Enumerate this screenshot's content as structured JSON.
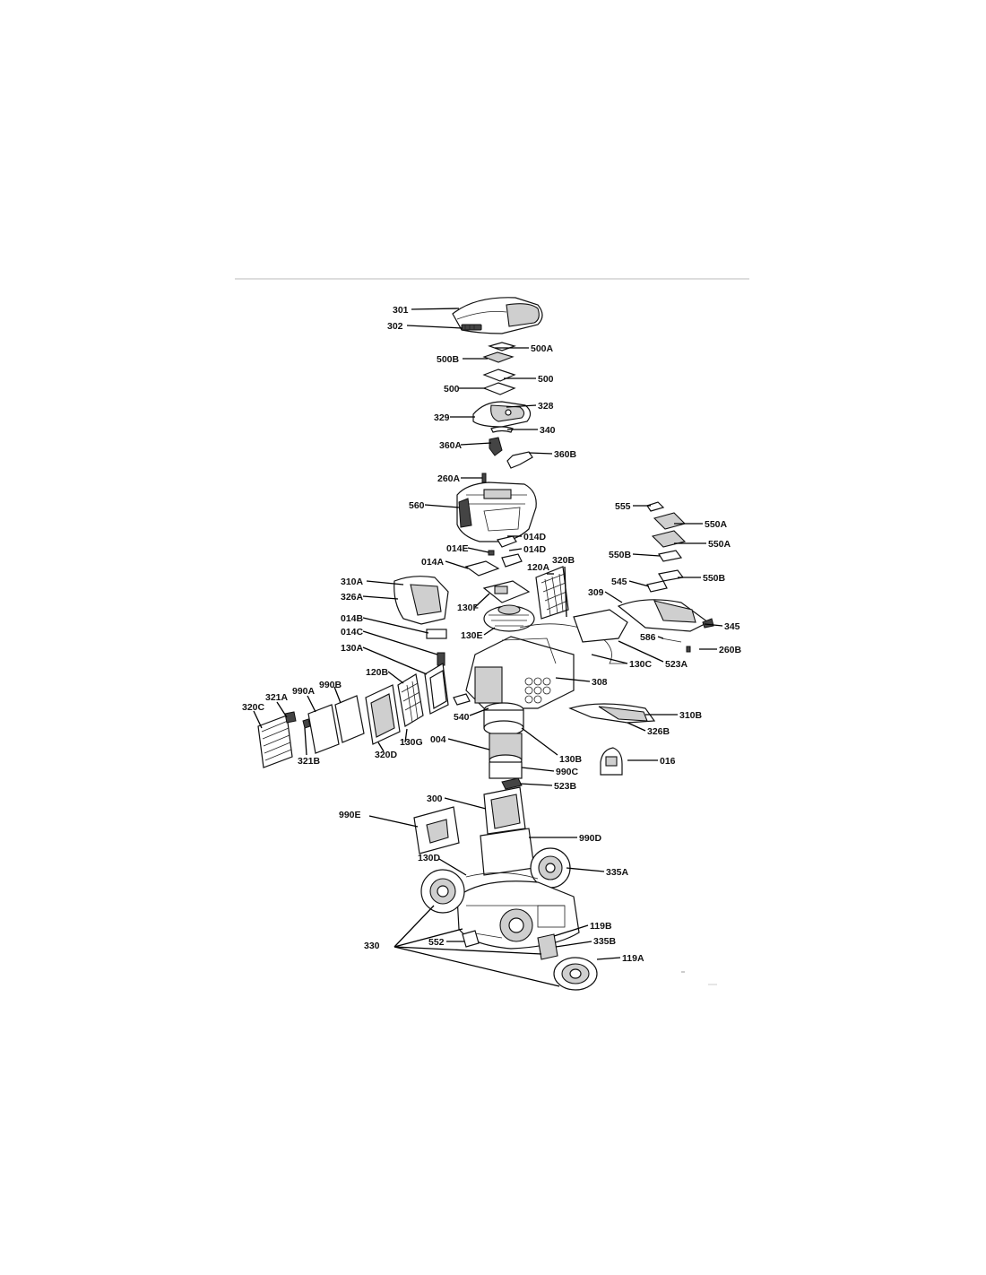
{
  "parts": [
    {
      "id": "p301",
      "label": "301"
    },
    {
      "id": "p302",
      "label": "302"
    },
    {
      "id": "p500A",
      "label": "500A"
    },
    {
      "id": "p500B",
      "label": "500B"
    },
    {
      "id": "p500r",
      "label": "500"
    },
    {
      "id": "p500l",
      "label": "500"
    },
    {
      "id": "p328",
      "label": "328"
    },
    {
      "id": "p329",
      "label": "329"
    },
    {
      "id": "p340",
      "label": "340"
    },
    {
      "id": "p360A",
      "label": "360A"
    },
    {
      "id": "p360B",
      "label": "360B"
    },
    {
      "id": "p260A",
      "label": "260A"
    },
    {
      "id": "p560",
      "label": "560"
    },
    {
      "id": "p555",
      "label": "555"
    },
    {
      "id": "p550A1",
      "label": "550A"
    },
    {
      "id": "p550A2",
      "label": "550A"
    },
    {
      "id": "p550B1",
      "label": "550B"
    },
    {
      "id": "p550B2",
      "label": "550B"
    },
    {
      "id": "p014D1",
      "label": "014D"
    },
    {
      "id": "p014E",
      "label": "014E"
    },
    {
      "id": "p014D2",
      "label": "014D"
    },
    {
      "id": "p014A",
      "label": "014A"
    },
    {
      "id": "p120A",
      "label": "120A"
    },
    {
      "id": "p320B",
      "label": "320B"
    },
    {
      "id": "p310A",
      "label": "310A"
    },
    {
      "id": "p545",
      "label": "545"
    },
    {
      "id": "p326A",
      "label": "326A"
    },
    {
      "id": "p309",
      "label": "309"
    },
    {
      "id": "p130F",
      "label": "130F"
    },
    {
      "id": "p345",
      "label": "345"
    },
    {
      "id": "p014B",
      "label": "014B"
    },
    {
      "id": "p586",
      "label": "586"
    },
    {
      "id": "p014C",
      "label": "014C"
    },
    {
      "id": "p130E",
      "label": "130E"
    },
    {
      "id": "p260B",
      "label": "260B"
    },
    {
      "id": "p130A",
      "label": "130A"
    },
    {
      "id": "p130C",
      "label": "130C"
    },
    {
      "id": "p523A",
      "label": "523A"
    },
    {
      "id": "p120B",
      "label": "120B"
    },
    {
      "id": "p308",
      "label": "308"
    },
    {
      "id": "p990A",
      "label": "990A"
    },
    {
      "id": "p990B",
      "label": "990B"
    },
    {
      "id": "p321A",
      "label": "321A"
    },
    {
      "id": "p320C",
      "label": "320C"
    },
    {
      "id": "p540",
      "label": "540"
    },
    {
      "id": "p310B",
      "label": "310B"
    },
    {
      "id": "p326B",
      "label": "326B"
    },
    {
      "id": "p004",
      "label": "004"
    },
    {
      "id": "p130G",
      "label": "130G"
    },
    {
      "id": "p321B",
      "label": "321B"
    },
    {
      "id": "p320D",
      "label": "320D"
    },
    {
      "id": "p130B",
      "label": "130B"
    },
    {
      "id": "p016",
      "label": "016"
    },
    {
      "id": "p990C",
      "label": "990C"
    },
    {
      "id": "p523B",
      "label": "523B"
    },
    {
      "id": "p300",
      "label": "300"
    },
    {
      "id": "p990E",
      "label": "990E"
    },
    {
      "id": "p990D",
      "label": "990D"
    },
    {
      "id": "p130D",
      "label": "130D"
    },
    {
      "id": "p335A",
      "label": "335A"
    },
    {
      "id": "p119B",
      "label": "119B"
    },
    {
      "id": "p330",
      "label": "330"
    },
    {
      "id": "p552",
      "label": "552"
    },
    {
      "id": "p335B",
      "label": "335B"
    },
    {
      "id": "p119A",
      "label": "119A"
    }
  ],
  "colors": {
    "line": "#111111",
    "shade": "#cfcfcf",
    "background": "#ffffff"
  }
}
